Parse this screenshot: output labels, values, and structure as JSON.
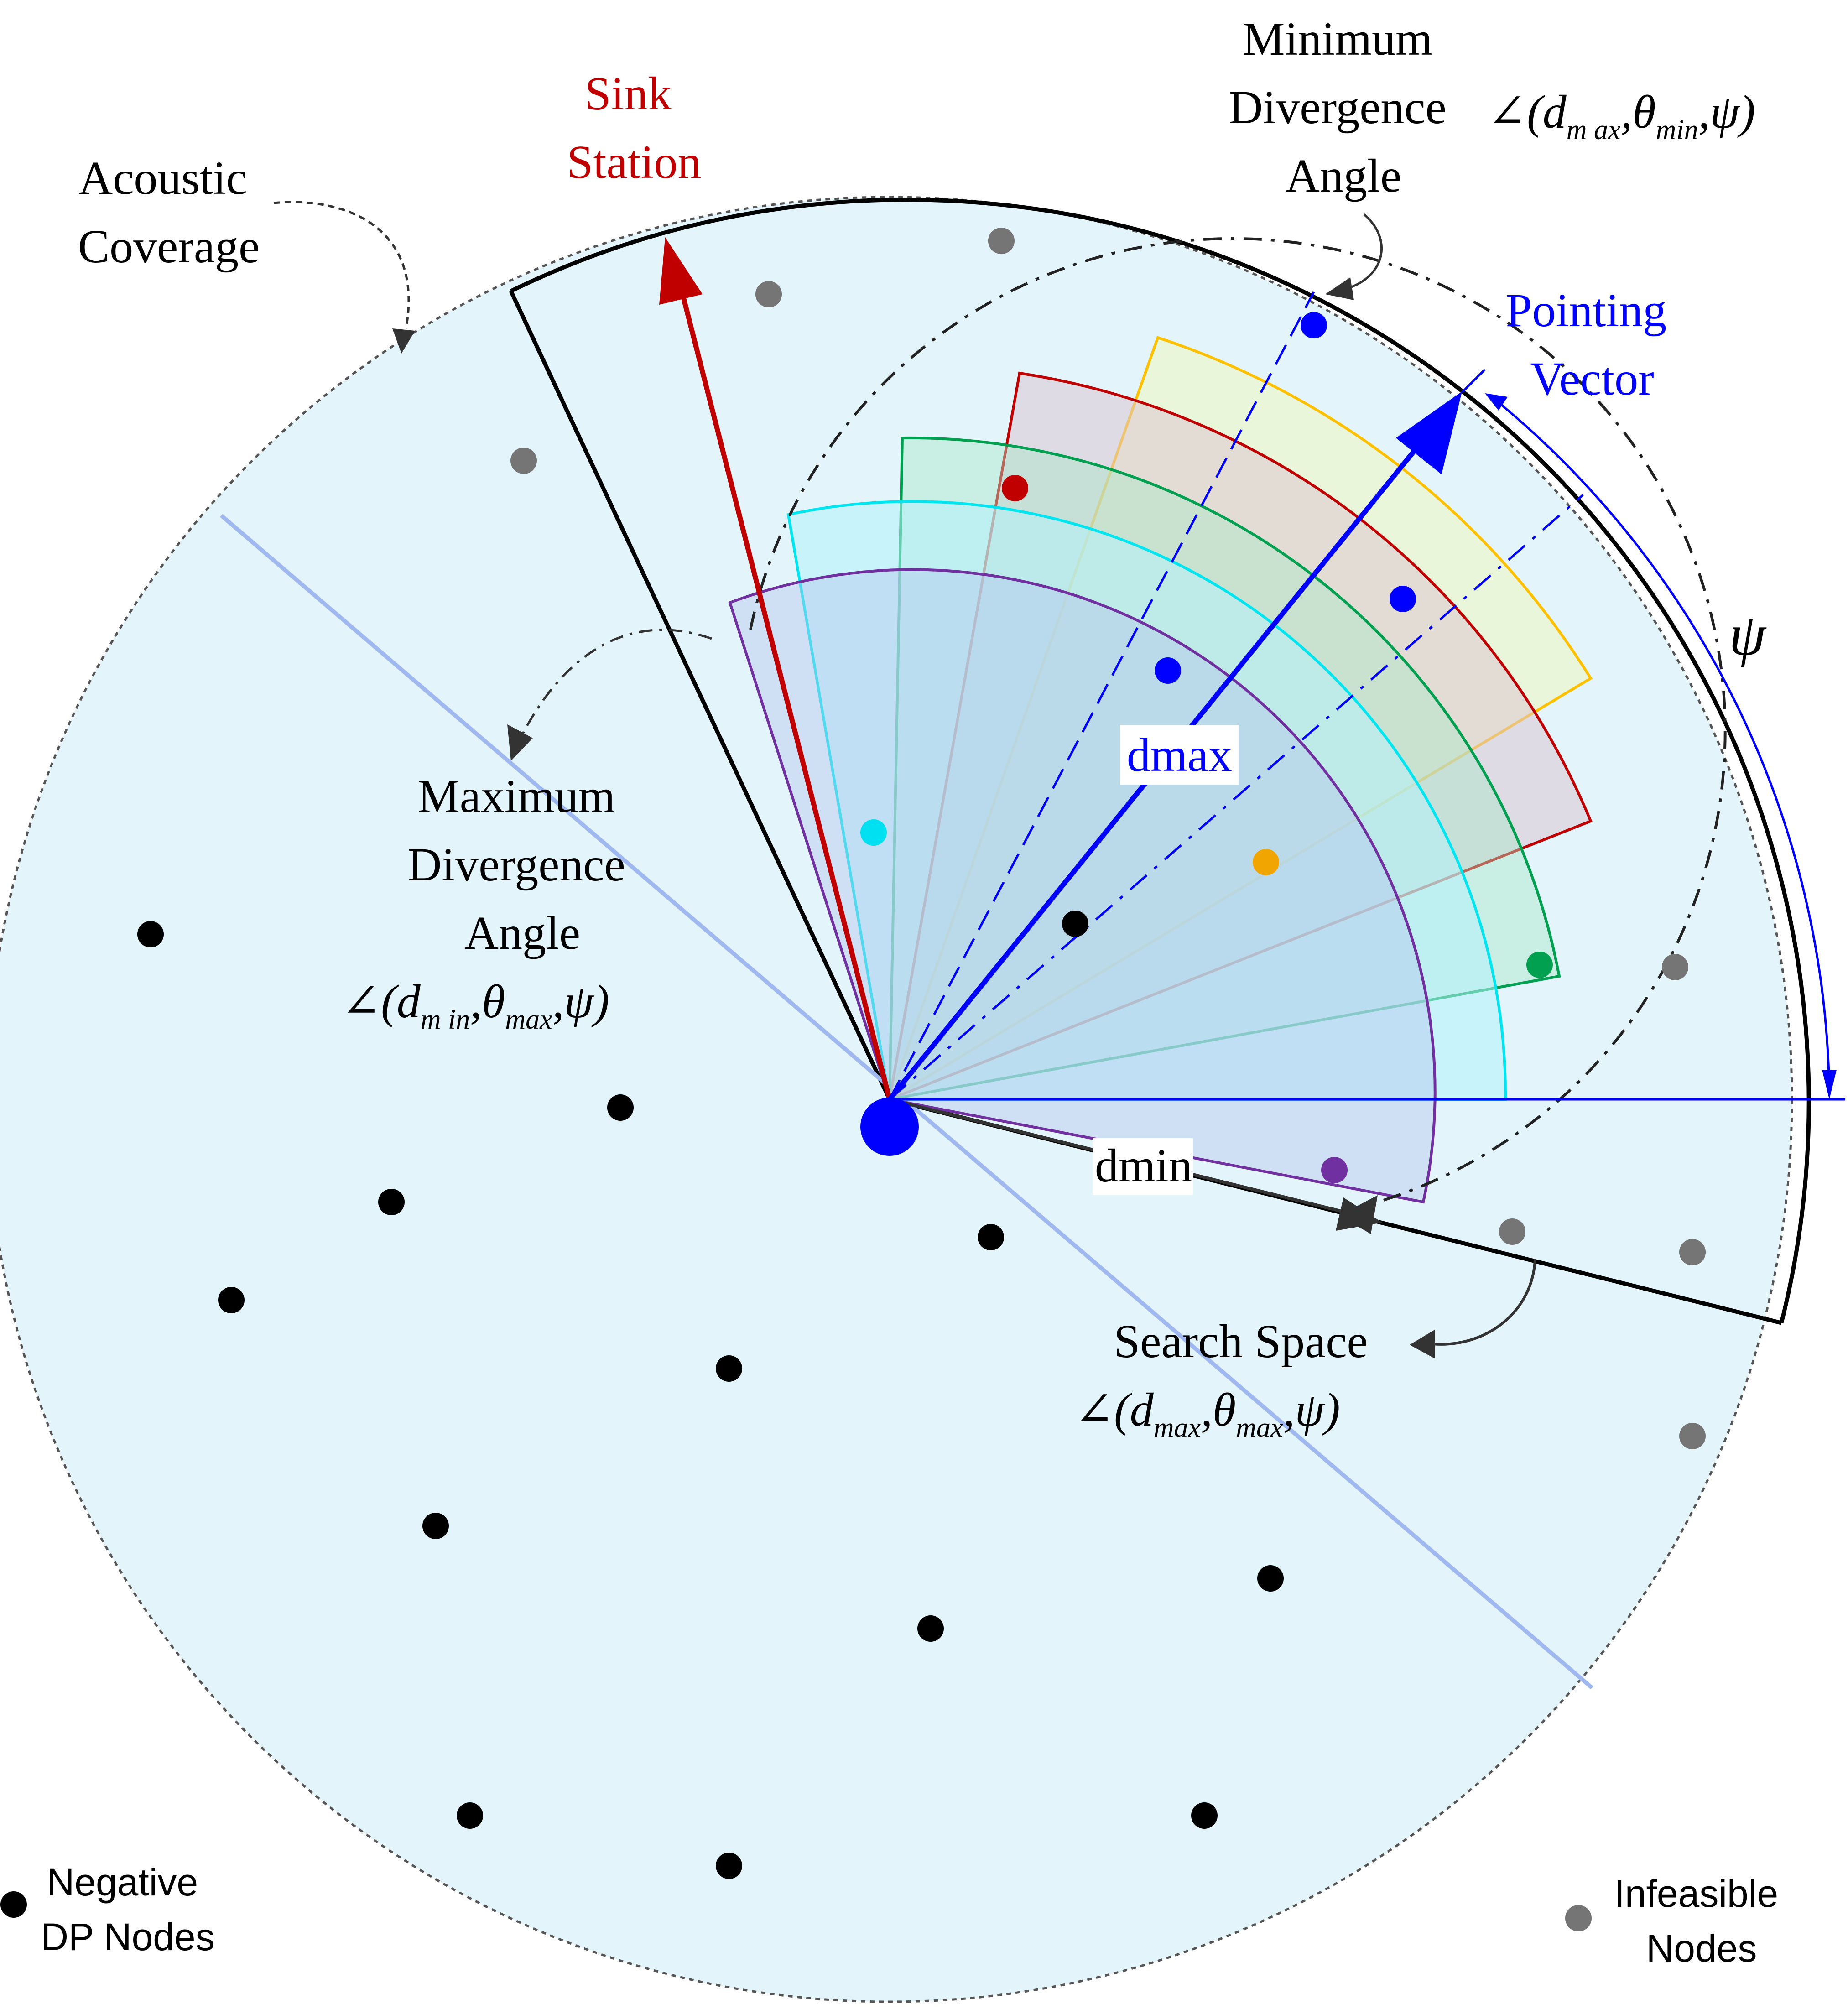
{
  "labels": {
    "sink_station": [
      "Sink",
      "Station"
    ],
    "acoustic_coverage": [
      "Acoustic",
      "Coverage"
    ],
    "minimum_divergence": [
      "Minimum",
      "Divergence",
      "Angle"
    ],
    "pointing_vector": [
      "Pointing",
      "Vector"
    ],
    "psi": "ψ",
    "dmax": "dmax",
    "dmin": "dmin",
    "maximum_divergence": [
      "Maximum",
      "Divergence",
      "Angle"
    ],
    "search_space": "Search Space",
    "negative_dp_nodes": [
      "Negative",
      "DP Nodes"
    ],
    "infeasible_nodes": [
      "Infeasible",
      "Nodes"
    ]
  },
  "formulas": {
    "min_div": {
      "pre": "∠(",
      "d": "d",
      "d_sub": "m ax",
      "sep1": ",",
      "theta": "θ",
      "theta_sub": "min",
      "sep2": ",",
      "psi": "ψ",
      "post": ")"
    },
    "max_div": {
      "pre": "∠(",
      "d": "d",
      "d_sub": "m in",
      "sep1": ",",
      "theta": "θ",
      "theta_sub": "max",
      "sep2": ",",
      "psi": "ψ",
      "post": ")"
    },
    "search": {
      "pre": "∠(",
      "d": "d",
      "d_sub": "max",
      "sep1": ",",
      "theta": "θ",
      "theta_sub": "max",
      "sep2": ",",
      "psi": "ψ",
      "post": ")"
    }
  },
  "colors": {
    "coverage_fill": "#e3f4fb",
    "sink_arrow": "#c00000",
    "pointing": "#0000ff",
    "sector_purple": "#7030a0",
    "sector_cyan": "#00e5f0",
    "sector_green": "#00a050",
    "sector_red": "#c00000",
    "sector_yellow": "#ffc000",
    "infeasible_node": "#757575",
    "negative_node": "#000000",
    "diagonal_line": "#a0b8f0"
  }
}
